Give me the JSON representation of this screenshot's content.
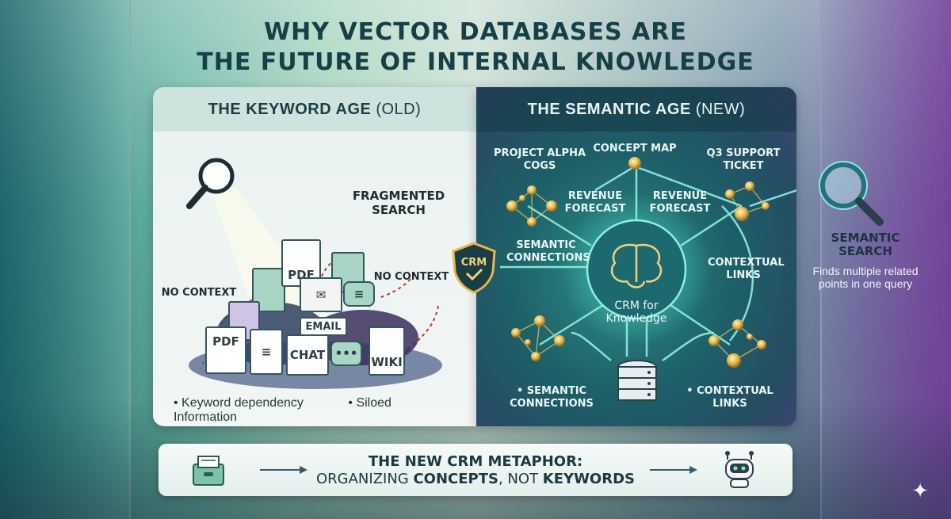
{
  "title": {
    "line1": "WHY VECTOR DATABASES ARE",
    "line2": "THE FUTURE OF INTERNAL KNOWLEDGE"
  },
  "left_panel": {
    "heading": "THE KEYWORD AGE",
    "heading_suffix": "(OLD)",
    "label_fragmented": "FRAGMENTED SEARCH",
    "label_no_context_left": "NO CONTEXT",
    "label_no_context_right": "NO CONTEXT",
    "docs": {
      "pdf_top": "PDF",
      "pdf_bottom": "PDF",
      "email": "EMAIL",
      "chat": "CHAT",
      "wiki": "WIKI"
    },
    "bullets": [
      "Keyword dependency",
      "Siloed Information"
    ]
  },
  "right_panel": {
    "heading": "THE SEMANTIC AGE",
    "heading_suffix": "(NEW)",
    "labels": {
      "project_alpha": "PROJECT ALPHA COGS",
      "concept_map": "CONCEPT MAP",
      "q3_support": "Q3 SUPPORT TICKET",
      "revenue_forecast_1": "REVENUE FORECAST",
      "revenue_forecast_2": "REVENUE FORECAST",
      "semantic_connections_top": "SEMANTIC CONNECTIONS",
      "contextual_links_top": "CONTEXTUAL LINKS",
      "crm_for_knowledge": "CRM for Knowledge",
      "semantic_connections_bottom": "• SEMANTIC CONNECTIONS",
      "contextual_links_bottom": "• CONTEXTUAL LINKS"
    },
    "crm_badge": "CRM"
  },
  "side_note": {
    "heading": "SEMANTIC SEARCH",
    "body": "Finds multiple related points in one query"
  },
  "bottom_bar": {
    "line1": "THE NEW CRM METAPHOR:",
    "line2_prefix": "ORGANIZING ",
    "line2_bold1": "CONCEPTS",
    "line2_mid": ", NOT ",
    "line2_bold2": "KEYWORDS"
  },
  "icons": {
    "magnifier_left": "magnifier-icon",
    "magnifier_right": "magnifier-icon",
    "brain": "brain-icon",
    "database": "database-icon",
    "file_box": "file-box-icon",
    "robot": "robot-icon",
    "sparkle": "sparkle-icon"
  },
  "colors": {
    "title": "#163f47",
    "node": "#e6b84a",
    "glow": "#7fe9d9"
  }
}
